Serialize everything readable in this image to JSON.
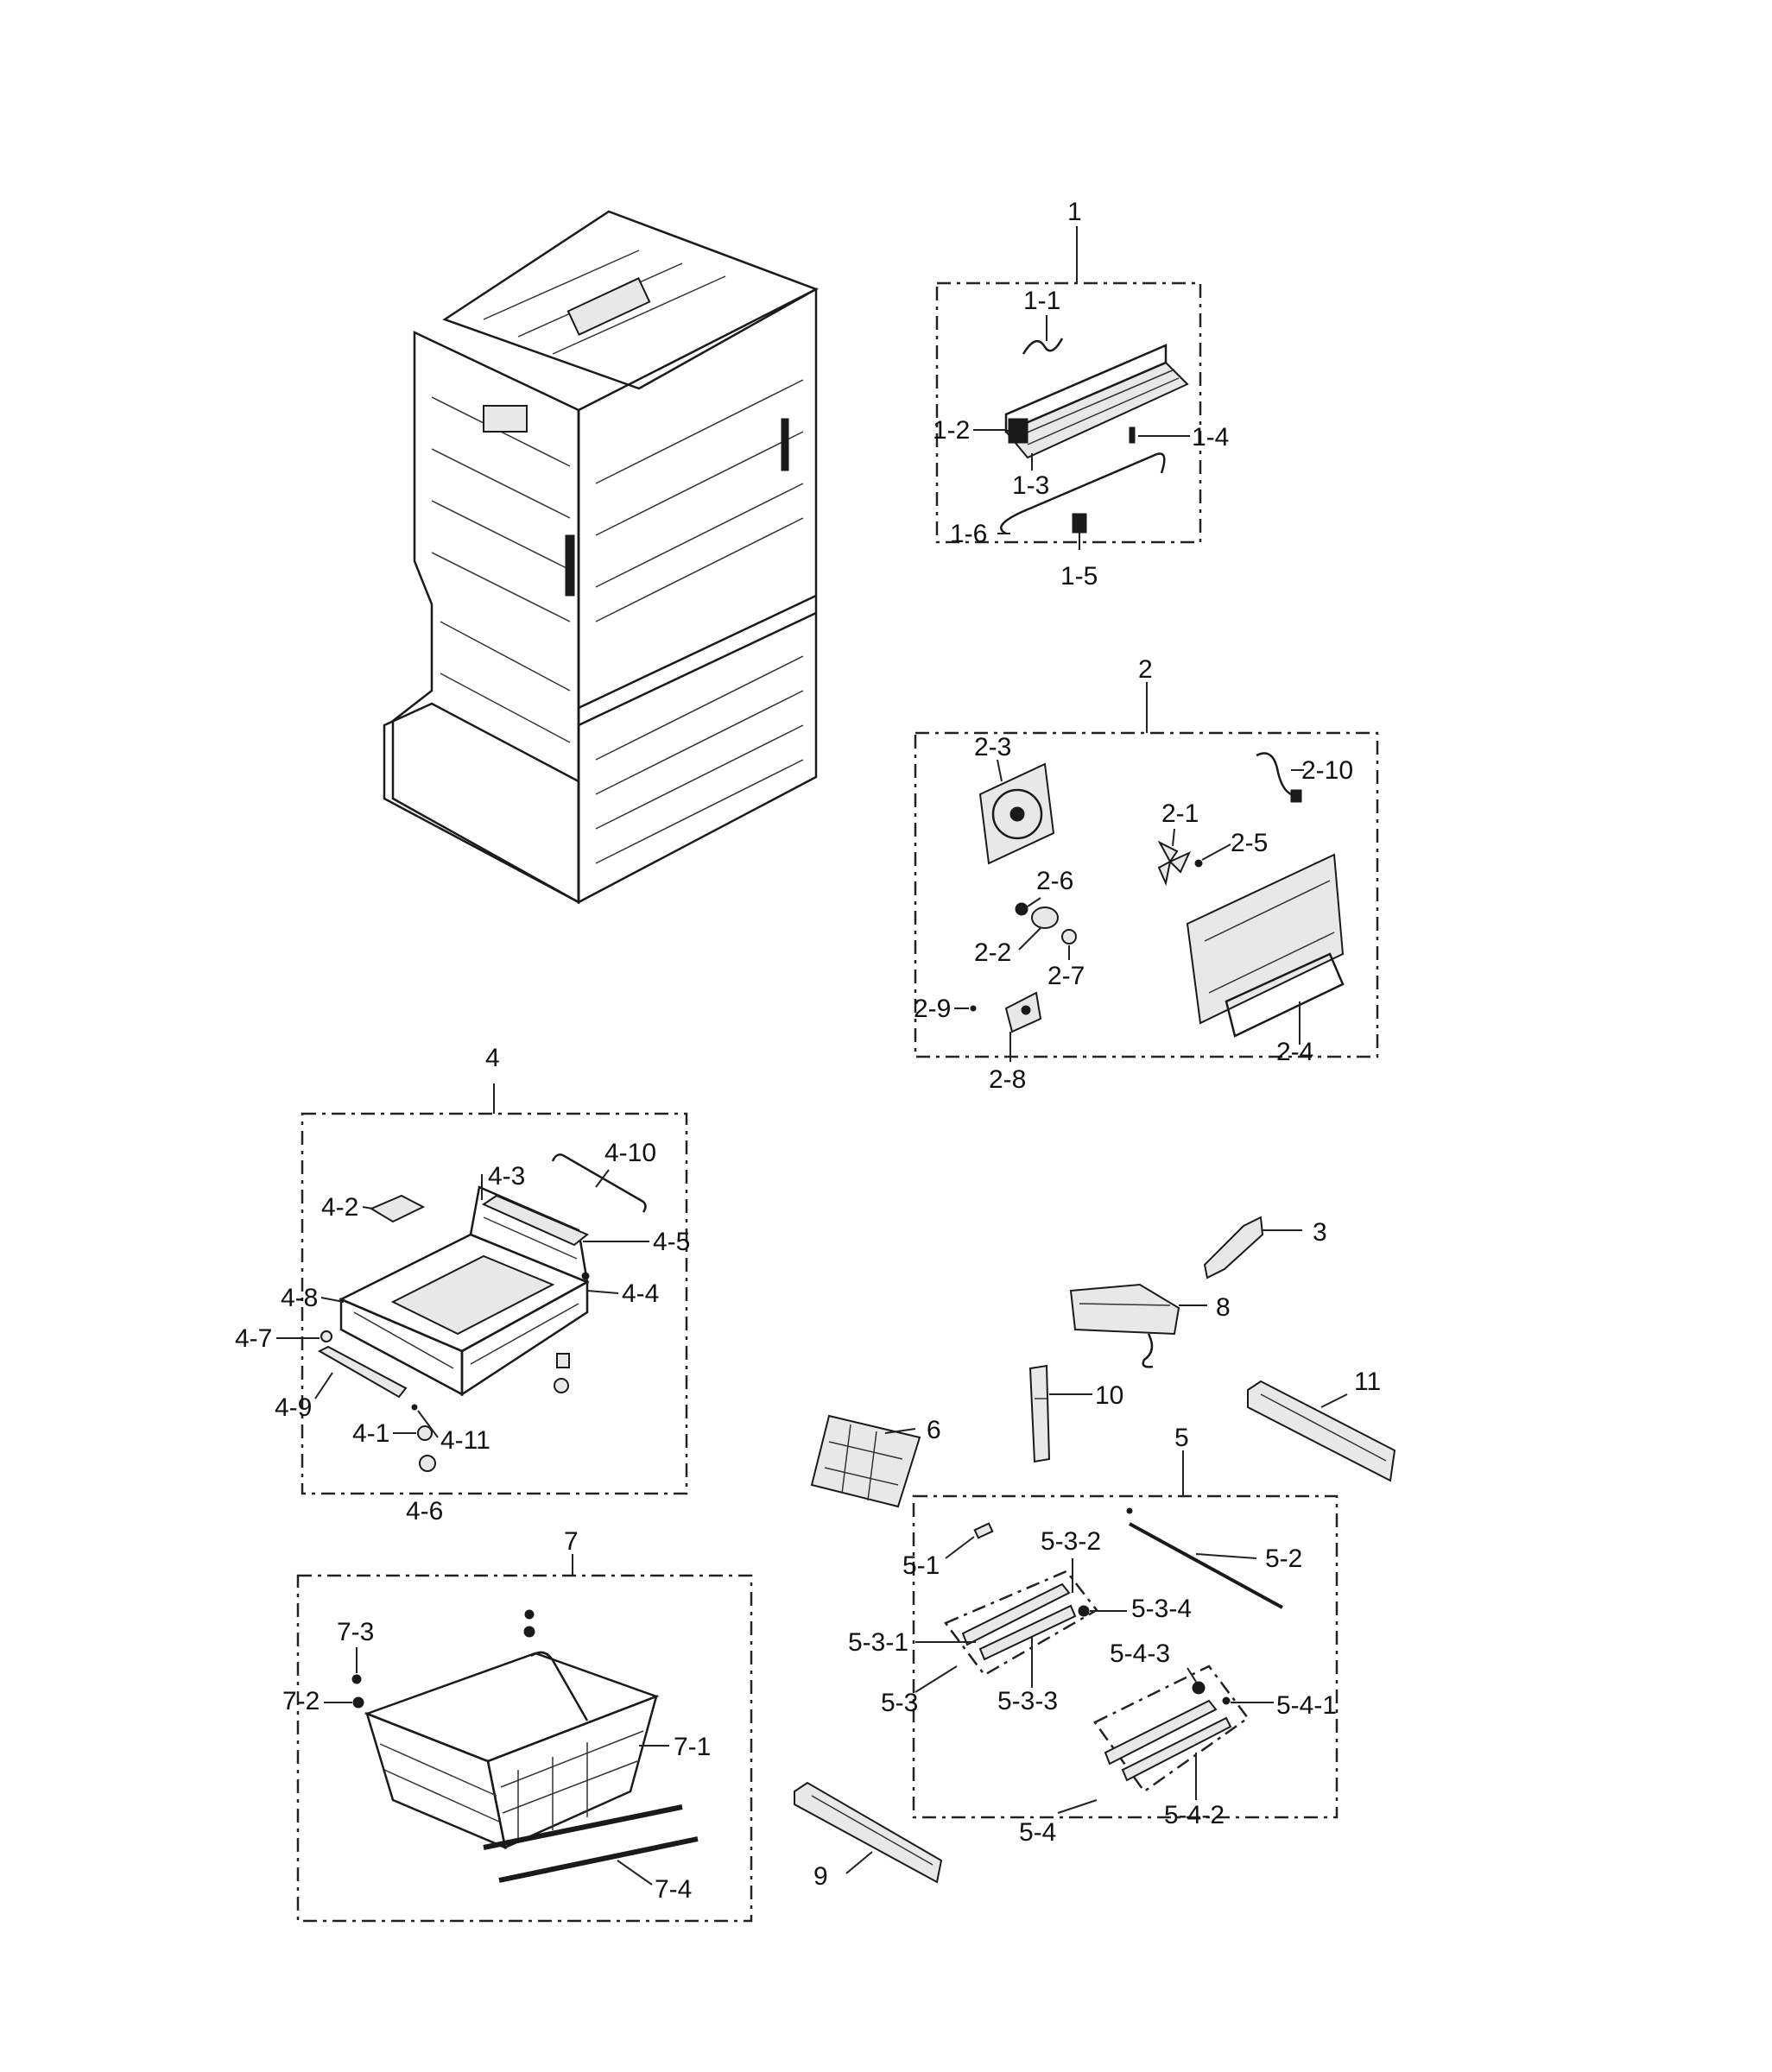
{
  "labels": {
    "g1": "1",
    "g1_1": "1-1",
    "g1_2": "1-2",
    "g1_3": "1-3",
    "g1_4": "1-4",
    "g1_5": "1-5",
    "g1_6": "1-6",
    "g2": "2",
    "g2_1": "2-1",
    "g2_2": "2-2",
    "g2_3": "2-3",
    "g2_4": "2-4",
    "g2_5": "2-5",
    "g2_6": "2-6",
    "g2_7": "2-7",
    "g2_8": "2-8",
    "g2_9": "2-9",
    "g2_10": "2-10",
    "p3": "3",
    "g4": "4",
    "g4_1": "4-1",
    "g4_2": "4-2",
    "g4_3": "4-3",
    "g4_4": "4-4",
    "g4_5": "4-5",
    "g4_6": "4-6",
    "g4_7": "4-7",
    "g4_8": "4-8",
    "g4_9": "4-9",
    "g4_10": "4-10",
    "g4_11": "4-11",
    "g5": "5",
    "g5_1": "5-1",
    "g5_2": "5-2",
    "g5_3": "5-3",
    "g5_3_1": "5-3-1",
    "g5_3_2": "5-3-2",
    "g5_3_3": "5-3-3",
    "g5_3_4": "5-3-4",
    "g5_4": "5-4",
    "g5_4_1": "5-4-1",
    "g5_4_2": "5-4-2",
    "g5_4_3": "5-4-3",
    "p6": "6",
    "g7": "7",
    "g7_1": "7-1",
    "g7_2": "7-2",
    "g7_3": "7-3",
    "g7_4": "7-4",
    "p8": "8",
    "p9": "9",
    "p10": "10",
    "p11": "11"
  }
}
